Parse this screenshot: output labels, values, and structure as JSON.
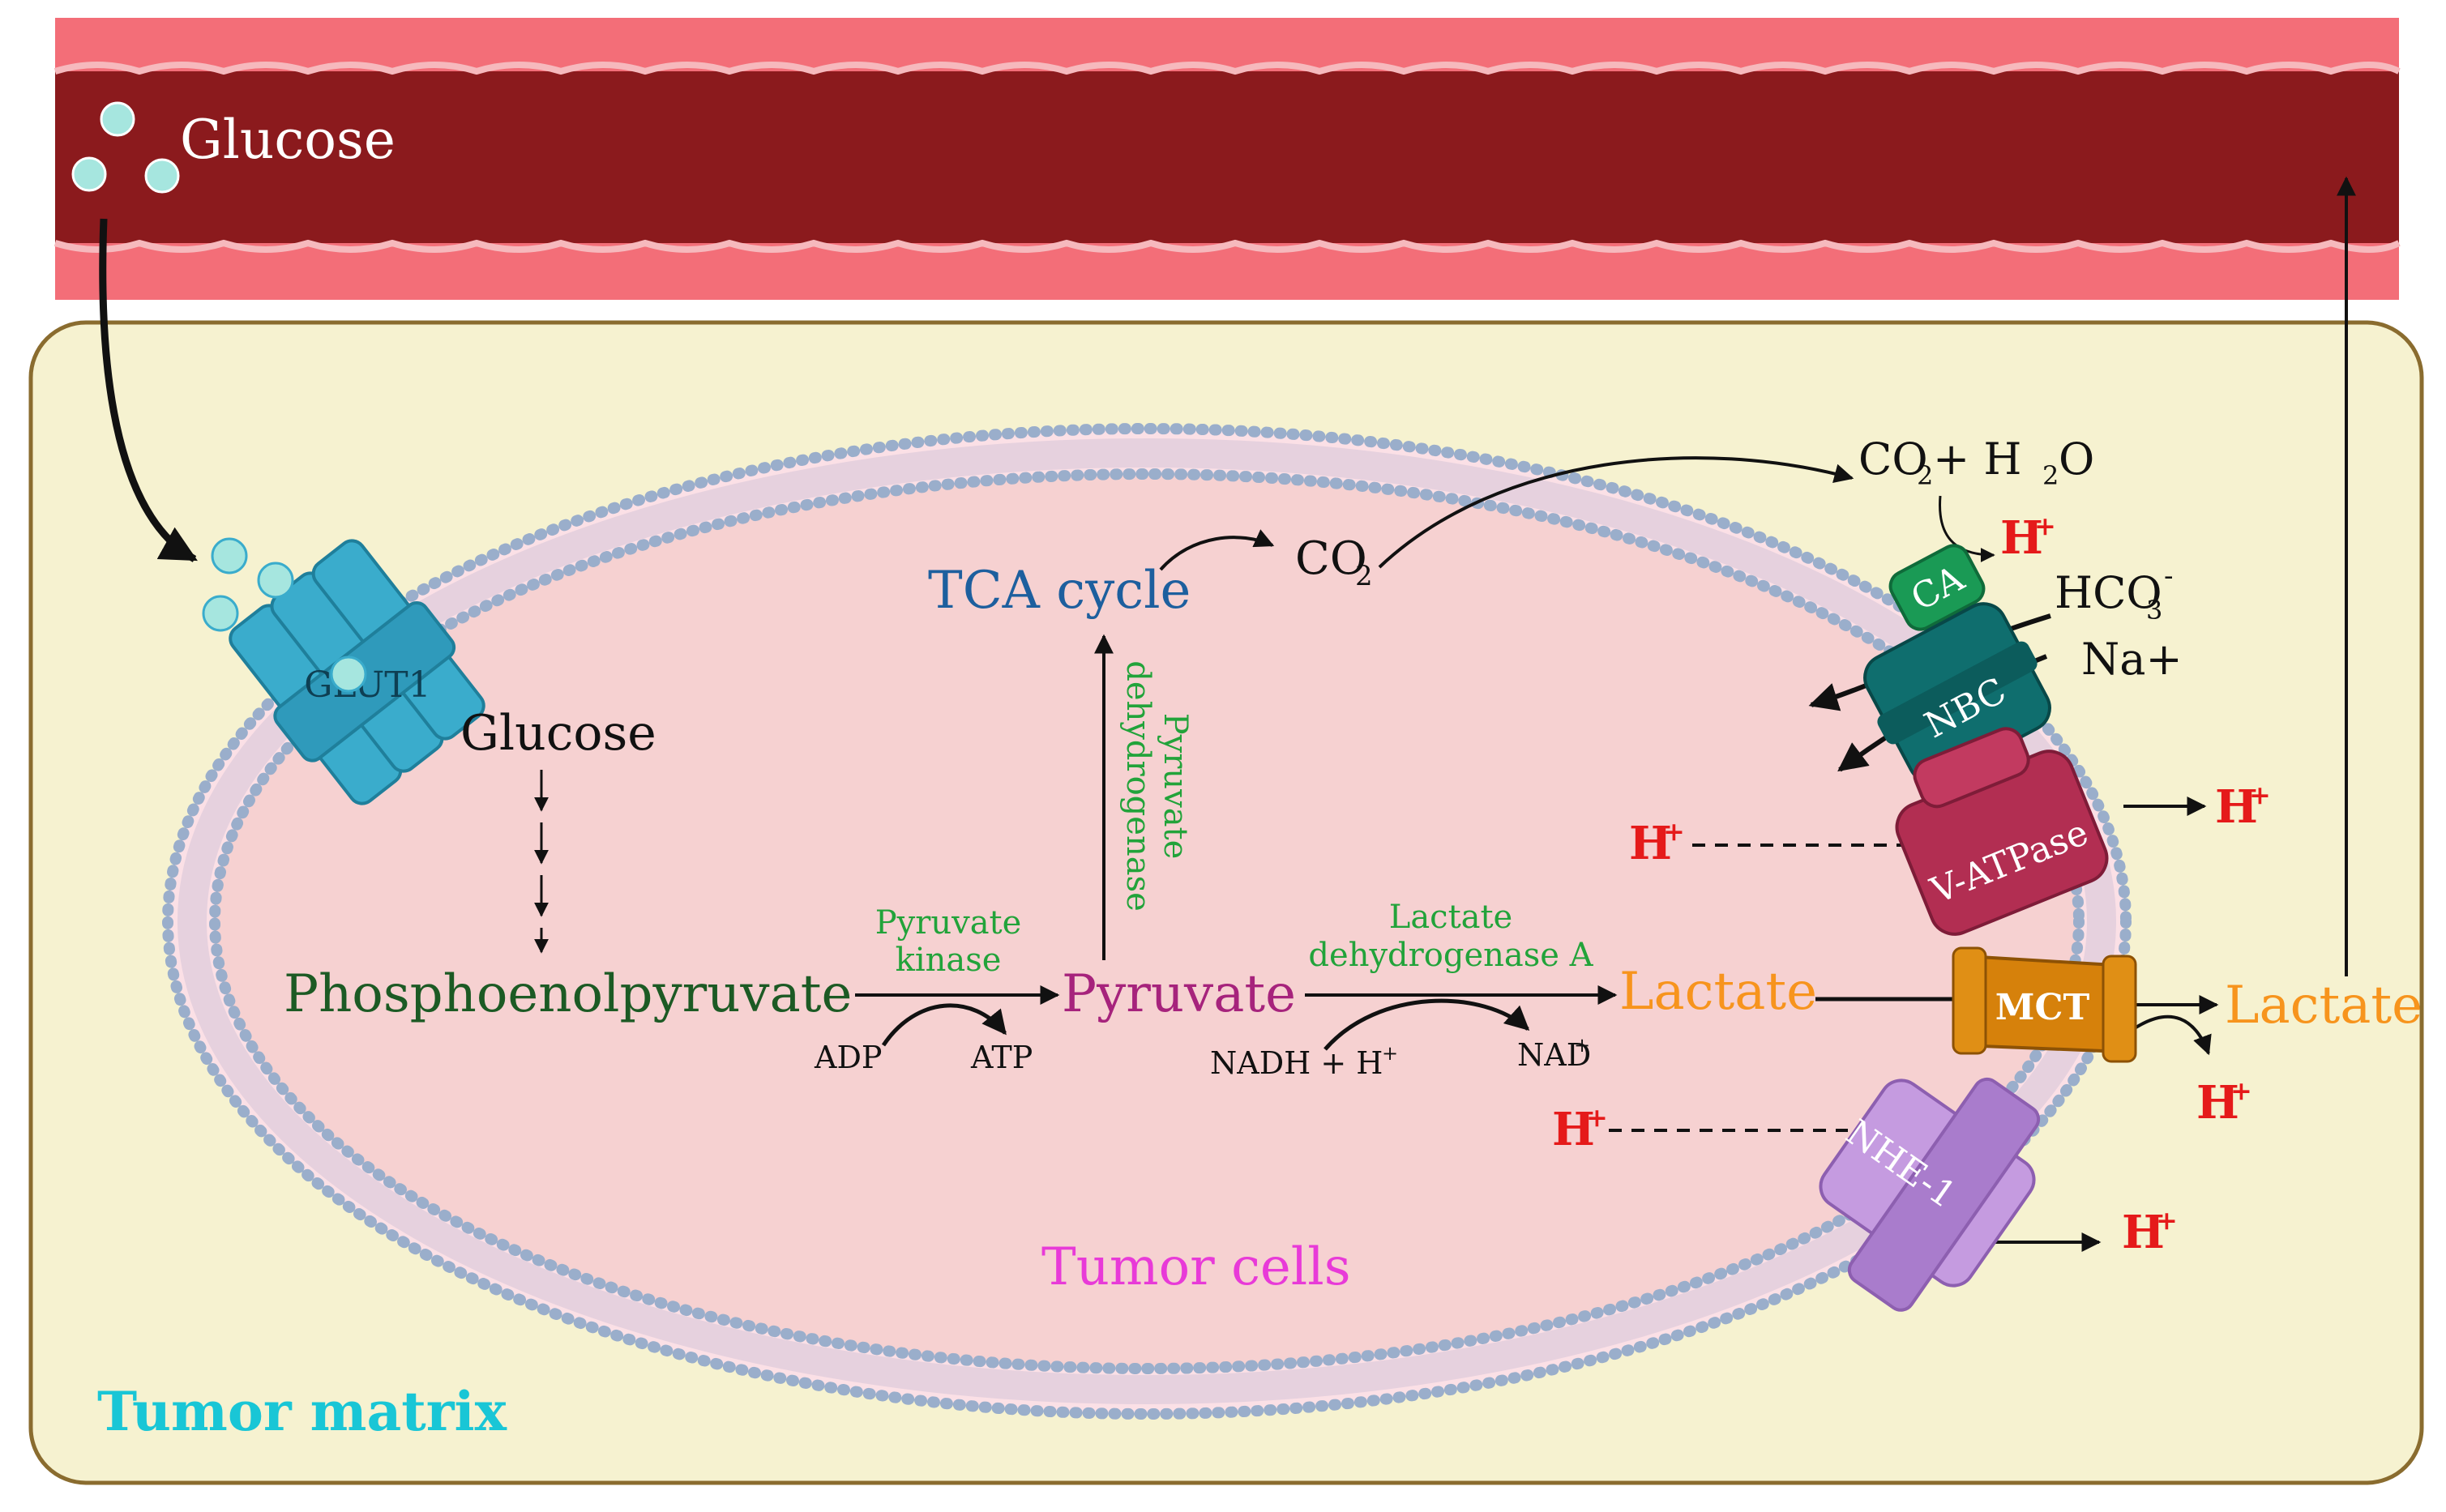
{
  "colors": {
    "vessel_wall": "#f36e78",
    "vessel_lumen": "#8b1a1d",
    "matrix_fill": "#f6f2d0",
    "matrix_border": "#8a6c2f",
    "cell_fill": "#f6d1d1",
    "membrane_dots": "#9aaecb",
    "glucose_particle": "#a6e6df",
    "glut1": "#3aaccc",
    "ca": "#1a9a55",
    "nbc": "#0f6e6e",
    "vatpase": "#b22e52",
    "mct": "#d6810b",
    "nhe1": "#c59be0",
    "proton_red": "#e51a1a",
    "lactate_orange": "#f7941d",
    "enzyme_green": "#22a33a",
    "tca_blue": "#1d5f9e",
    "pyruvate_purple": "#a6237c",
    "pep_green": "#1c5a24",
    "tumor_cells_magenta": "#e83ad8",
    "tumor_matrix_cyan": "#19c6d6"
  },
  "vessel": {
    "glucose_label": "Glucose"
  },
  "regions": {
    "tumor_cells": "Tumor cells",
    "tumor_matrix": "Tumor matrix"
  },
  "transporters": {
    "glut1": "GLUT1",
    "ca": "CA",
    "nbc": "NBC",
    "vatpase": "V-ATPase",
    "mct": "MCT",
    "nhe1": "NHE-1"
  },
  "metabolites": {
    "glucose": "Glucose",
    "pep": "Phosphoenolpyruvate",
    "pyruvate": "Pyruvate",
    "lactate_in": "Lactate",
    "lactate_out": "Lactate",
    "tca": "TCA cycle",
    "co2_base": "CO",
    "co2_sub": "2",
    "co2h2o_a": "CO",
    "co2h2o_a_sub": "2",
    "co2h2o_b": " + H",
    "co2h2o_b_sub": "2",
    "co2h2o_c": "O",
    "hco3_base": "HCO",
    "hco3_sub": "3",
    "hco3_sup": "-",
    "na": "Na+"
  },
  "enzymes": {
    "pk_line1": "Pyruvate",
    "pk_line2": "kinase",
    "pdh_line1": "Pyruvate",
    "pdh_line2": "dehydrogenase",
    "ldh_line1": "Lactate",
    "ldh_line2": "dehydrogenase A"
  },
  "cofactors": {
    "adp": "ADP",
    "atp": "ATP",
    "nadh_base": "NADH + H",
    "nadh_sup": "+",
    "nad_base": "NAD",
    "nad_sup": "+"
  },
  "protons": {
    "base": "H",
    "sup": "+"
  }
}
